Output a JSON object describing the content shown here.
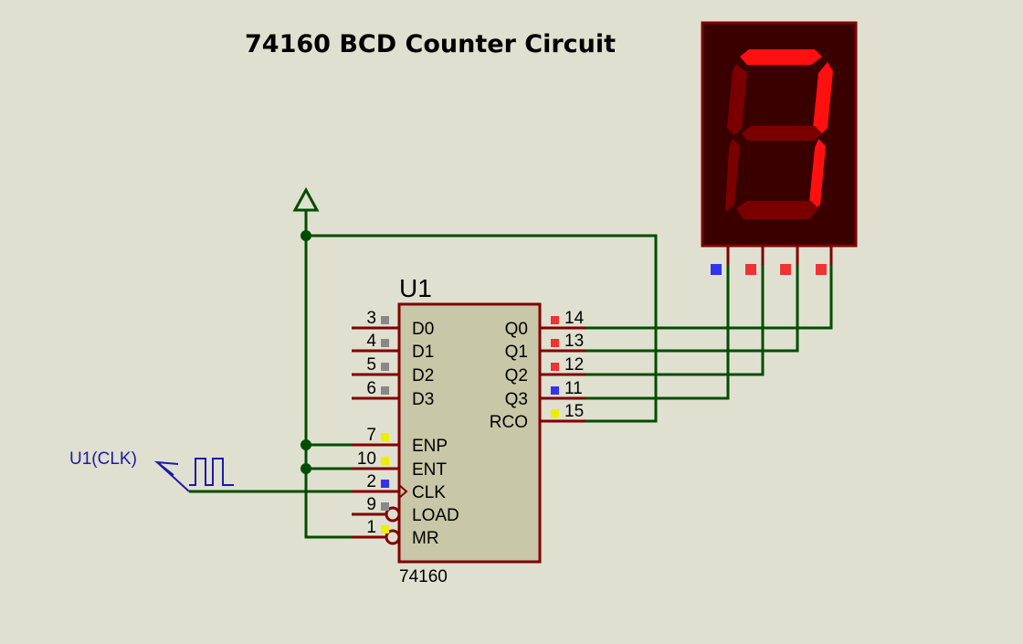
{
  "title": "74160 BCD Counter Circuit",
  "component": {
    "ref": "U1",
    "part": "74160",
    "left_pins": [
      {
        "num": "3",
        "name": "D0",
        "state": "gray"
      },
      {
        "num": "4",
        "name": "D1",
        "state": "gray"
      },
      {
        "num": "5",
        "name": "D2",
        "state": "gray"
      },
      {
        "num": "6",
        "name": "D3",
        "state": "gray"
      },
      {
        "num": "7",
        "name": "ENP",
        "state": "yellow"
      },
      {
        "num": "10",
        "name": "ENT",
        "state": "yellow"
      },
      {
        "num": "2",
        "name": "CLK",
        "state": "blue"
      },
      {
        "num": "9",
        "name": "LOAD",
        "state": "gray"
      },
      {
        "num": "1",
        "name": "MR",
        "state": "yellow"
      }
    ],
    "right_pins": [
      {
        "num": "14",
        "name": "Q0",
        "state": "red"
      },
      {
        "num": "13",
        "name": "Q1",
        "state": "red"
      },
      {
        "num": "12",
        "name": "Q2",
        "state": "red"
      },
      {
        "num": "11",
        "name": "Q3",
        "state": "blue"
      },
      {
        "num": "15",
        "name": "RCO",
        "state": "yellow"
      }
    ]
  },
  "clock": {
    "label": "U1(CLK)"
  },
  "display": {
    "digit": "7",
    "pin_states": [
      "blue",
      "red",
      "red",
      "red"
    ]
  },
  "colors": {
    "background": "#e0e0d0",
    "wire": "#004d00",
    "chip_body": "#c8c8a8",
    "chip_border": "#800000",
    "seg_on": "#ff1010",
    "seg_off": "#7a0000",
    "display_bg": "#3a0000",
    "red": "#ee3333",
    "blue": "#3333ee",
    "yellow": "#eeee00",
    "gray": "#888888"
  }
}
